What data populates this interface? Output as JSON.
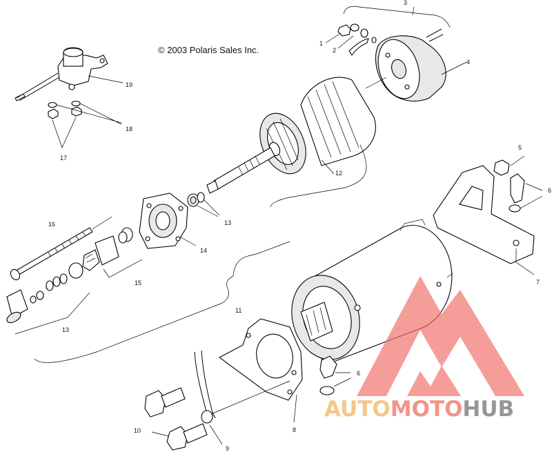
{
  "copyright": "© 2003 Polaris Sales Inc.",
  "callouts": {
    "c1": "1",
    "c2": "2",
    "c3": "3",
    "c4": "4",
    "c5": "5",
    "c6a": "6",
    "c6b": "6",
    "c7": "7",
    "c8": "8",
    "c9": "9",
    "c10": "10",
    "c11": "11",
    "c12": "12",
    "c13a": "13",
    "c13b": "13",
    "c14": "14",
    "c15": "15",
    "c16": "16",
    "c17": "17",
    "c18": "18",
    "c19": "19"
  },
  "watermark": {
    "part1": "AUTO",
    "part2": "MOTO",
    "part3": "HUB",
    "colors": {
      "auto": "#f4c27a",
      "moto": "#f1897c",
      "hub": "#8c8c8c",
      "logo": "#f0706a"
    }
  }
}
